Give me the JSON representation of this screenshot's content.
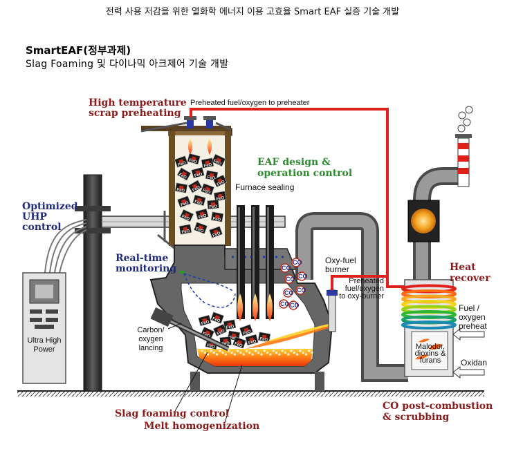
{
  "header": {
    "page_title": "전력 사용 저감을 위한 열화학 에너지 이용 고효율 Smart EAF 실증 기술 개발",
    "section_title": "SmartEAF(정부과제)",
    "section_subtitle": "Slag Foaming 및 다이나믹 아크제어 기술 개발"
  },
  "diagram": {
    "labels": {
      "high_temp": [
        "High temperature",
        "scrap preheating"
      ],
      "preheated_fuel": "Preheated fuel/oxygen to preheater",
      "eaf_design": [
        "EAF design &",
        "operation control"
      ],
      "furnace_sealing": "Furnace sealing",
      "optimized_uhp": [
        "Optimized",
        "UHP",
        "control"
      ],
      "realtime": [
        "Real-time",
        "monitoring"
      ],
      "oxy_fuel": [
        "Oxy-fuel",
        "burner"
      ],
      "preheated_burner": [
        "Preheated",
        "fuel/oxygen",
        "to oxy-burner"
      ],
      "heat_recovery": [
        "Heat",
        "recover"
      ],
      "fuel_oxygen": [
        "Fuel /",
        "oxygen",
        "preheat"
      ],
      "oxidant": "Oxidan",
      "malodor": [
        "Malodor,",
        "dioxins &",
        "furans"
      ],
      "power_unit": [
        "Ultra High",
        "Power"
      ],
      "carbon_lancing": [
        "Carbon/",
        "oxygen",
        "lancing"
      ],
      "slag_foaming": "Slag foaming control",
      "melt_homog": "Melt homogenization",
      "co_post": [
        "CO post-combustion",
        "& scrubbing"
      ],
      "feo": "FeO",
      "co": "CO"
    },
    "colors": {
      "red_label": "#8b1a1a",
      "blue_label": "#1f2a7a",
      "green_label": "#2f8a2f",
      "steel": "#6b6b6b",
      "pipe_red": "#e0201b",
      "pipe_grey": "#8a8a8a"
    }
  }
}
